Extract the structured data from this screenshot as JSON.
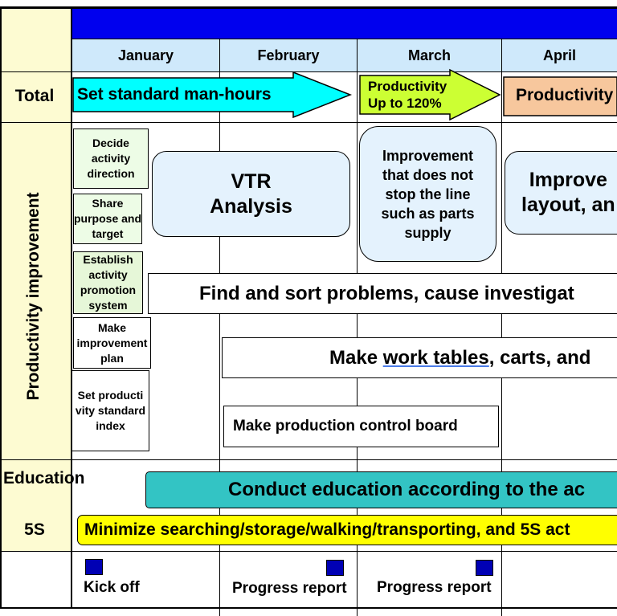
{
  "months": [
    "January",
    "February",
    "March",
    "April"
  ],
  "rows": {
    "total": "Total",
    "productivity": "Productivity improvement",
    "education": "Education",
    "five_s": "5S"
  },
  "total_row": {
    "arrow1": "Set standard man-hours",
    "arrow2": "Productivity\nUp to 120%",
    "arrow3": "Productivity"
  },
  "steps": [
    "Decide activity direction",
    "Share purpose and target",
    "Establish activity promotion system",
    "Make improvement plan",
    "Set producti vity standard index"
  ],
  "tasks": {
    "vtr": "VTR\nAnalysis",
    "line_improvement": "Improvement that does not stop the line such as parts supply",
    "layout": "Improve\nlayout, an",
    "find_sort": "Find and sort problems, cause investigat",
    "work_tables_prefix": "Make ",
    "work_tables_underlined": "work tables",
    "work_tables_suffix": ", carts, and",
    "control_board": "Make production control board"
  },
  "education_bar": "Conduct education according to the ac",
  "five_s_bar": "Minimize searching/storage/walking/transporting, and 5S act",
  "milestones": [
    "Kick off",
    "Progress report",
    "Progress report"
  ],
  "colors": {
    "header_blue": "#0000ee",
    "month_header": "#cfe9fb",
    "left_column": "#fdfbd2",
    "arrow_cyan": "#00ffff",
    "arrow_lime": "#ccff33",
    "arrow_orange": "#f7c79d",
    "task_bubble": "#e4f2fd",
    "education_teal": "#33c4c4",
    "five_s_yellow": "#ffff00",
    "marker_navy": "#0000b4"
  }
}
